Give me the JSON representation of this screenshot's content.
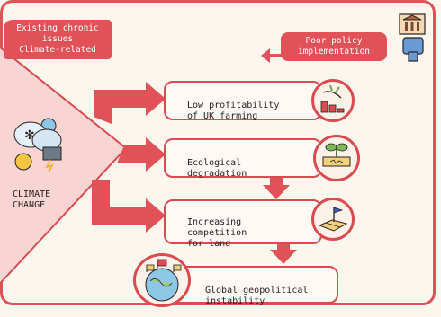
{
  "tags": {
    "chronic": "Existing chronic\nissues\nClimate-related",
    "policy": "Poor policy\nimplementation"
  },
  "climate": {
    "label": "CLIMATE\nCHANGE"
  },
  "outcomes": [
    {
      "text": "Low profitability\nof UK farming",
      "icon": "declining-bar-chart-icon"
    },
    {
      "text": "Ecological\ndegradation",
      "icon": "seedling-in-soil-icon"
    },
    {
      "text": "Increasing\ncompetition\nfor land",
      "icon": "land-plot-flag-icon"
    },
    {
      "text": "Global geopolitical\ninstability",
      "icon": "globe-with-flags-icon"
    }
  ],
  "icons": {
    "policy": "government-thumbs-down-icon",
    "climate": "weather-snow-rain-sun-icon"
  },
  "colors": {
    "accent": "#e05258",
    "box_fill": "#fff9f6",
    "triangle_fill": "#f8d4d3",
    "background": "#fbf6ee"
  }
}
